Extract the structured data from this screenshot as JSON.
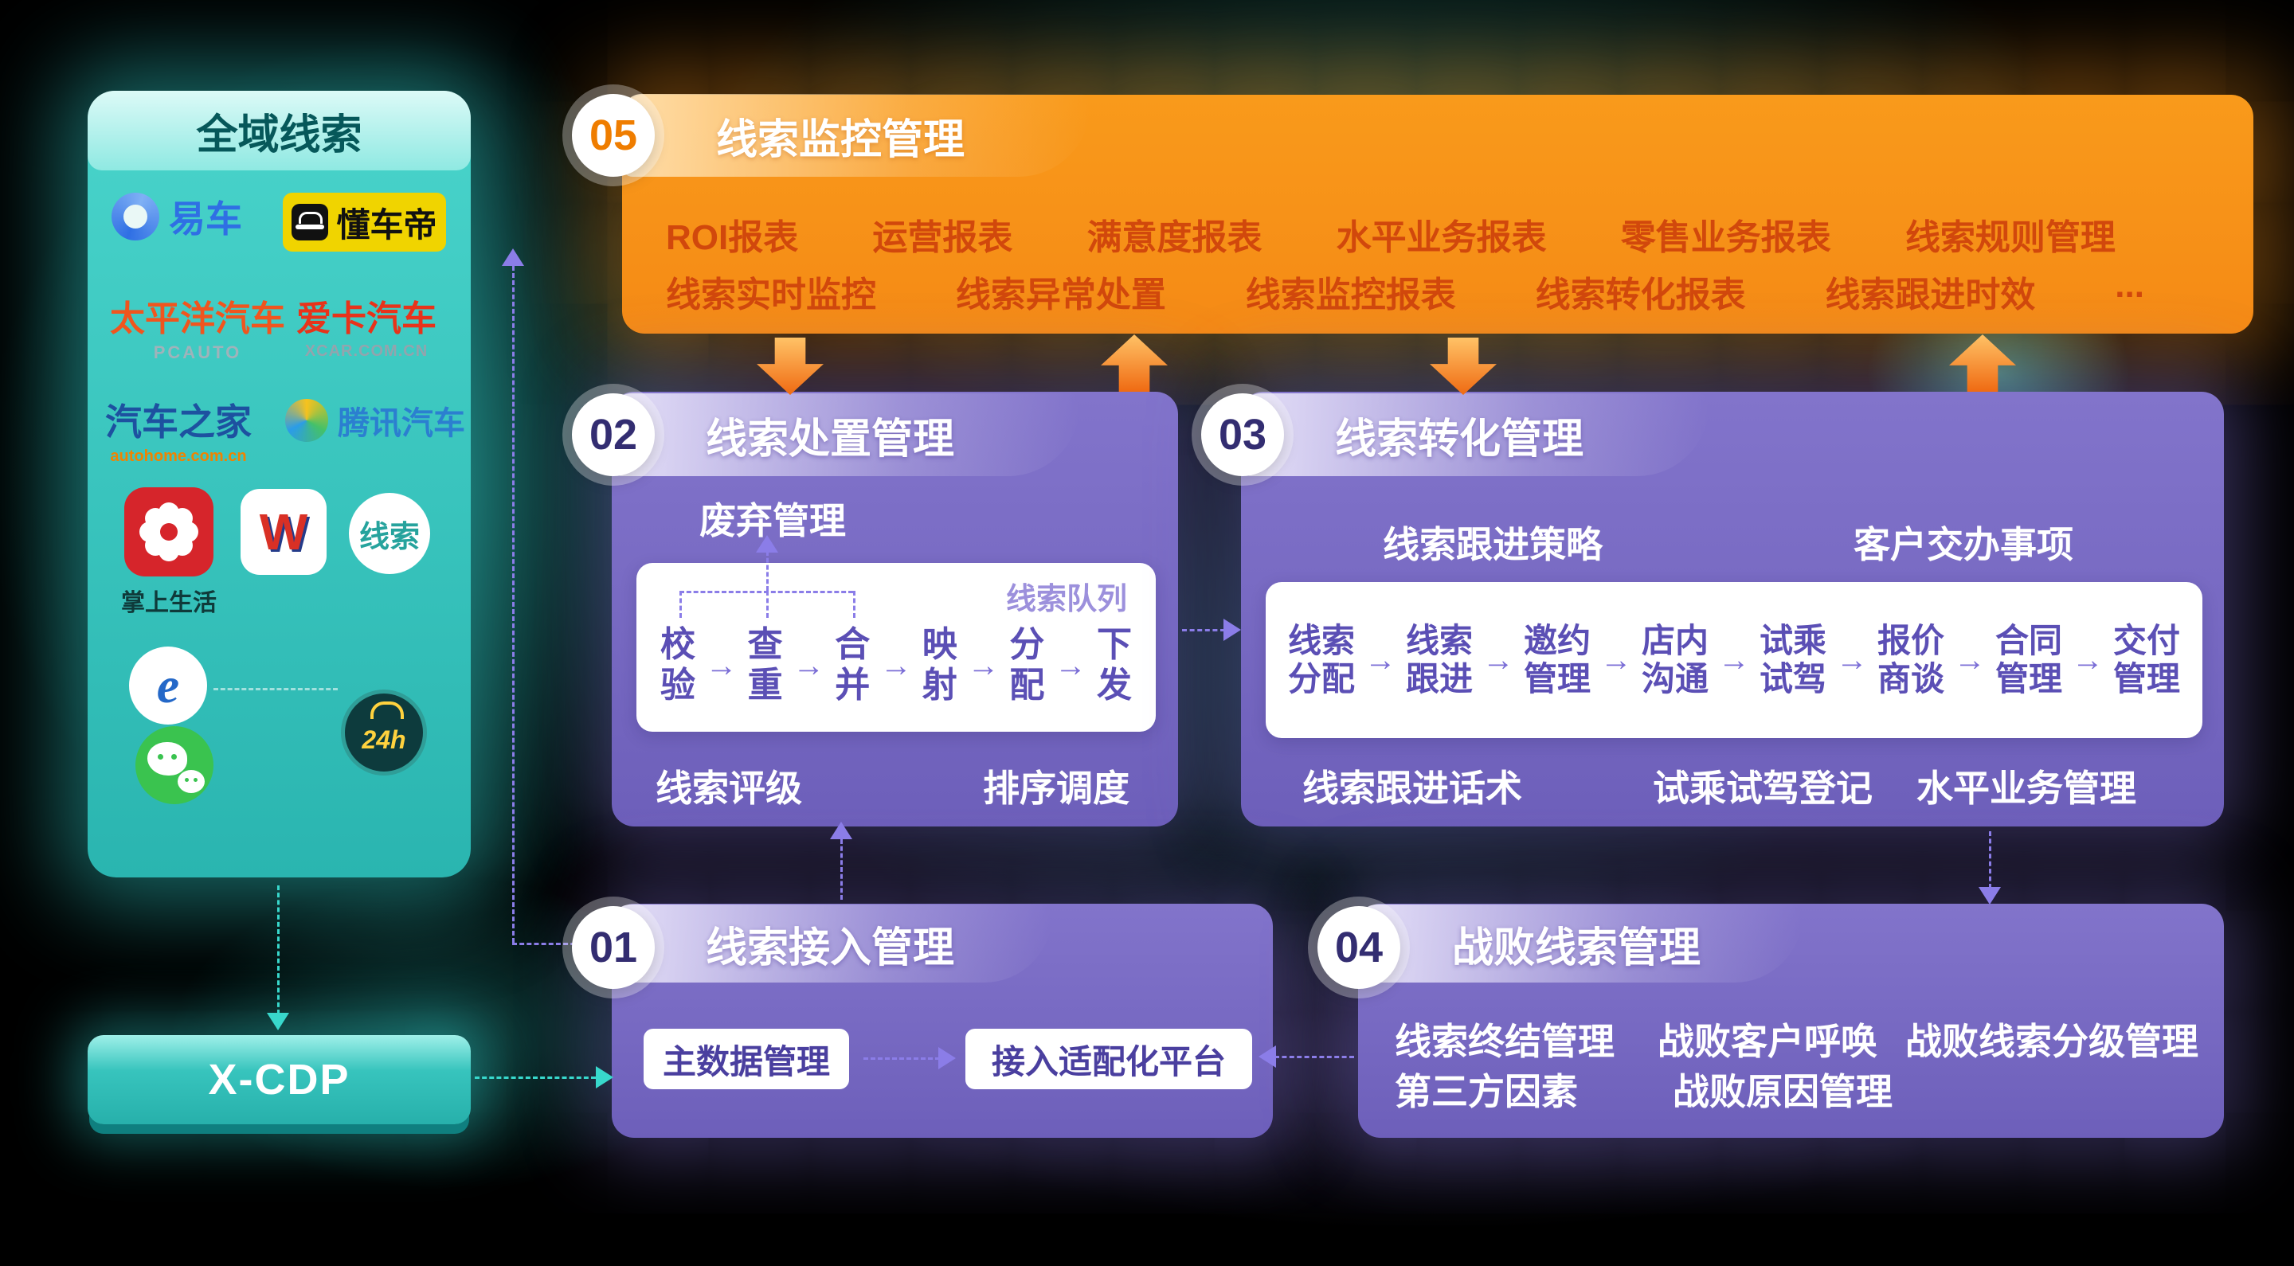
{
  "left_panel": {
    "title": "全域线索",
    "logos": {
      "yiche": "易车",
      "dongchedi": "懂车帝",
      "pcauto": "太平洋汽车",
      "pcauto_sub": "PCAUTO",
      "xcar": "爱卡汽车",
      "xcar_sub": "XCAR.COM.CN",
      "autohome": "汽车之家",
      "autohome_sub": "autohome.com.cn",
      "tencent": "腾讯汽车",
      "zhangshang": "掌上生活",
      "w": "W",
      "xiansuo": "线索",
      "ie": "e",
      "h24": "24h"
    },
    "xcdp": "X-CDP"
  },
  "m05": {
    "num": "05",
    "title": "线索监控管理",
    "row1": [
      "ROI报表",
      "运营报表",
      "满意度报表",
      "水平业务报表",
      "零售业务报表",
      "线索规则管理"
    ],
    "row2": [
      "线索实时监控",
      "线索异常处置",
      "线索监控报表",
      "线索转化报表",
      "线索跟进时效",
      "..."
    ]
  },
  "m02": {
    "num": "02",
    "title": "线索处置管理",
    "discard": "废弃管理",
    "queue": "线索队列",
    "flow": [
      "校验",
      "查重",
      "合并",
      "映射",
      "分配",
      "下发"
    ],
    "bottom": [
      "线索评级",
      "排序调度"
    ]
  },
  "m03": {
    "num": "03",
    "title": "线索转化管理",
    "top": [
      "线索跟进策略",
      "客户交办事项"
    ],
    "flow": [
      "线索分配",
      "线索跟进",
      "邀约管理",
      "店内沟通",
      "试乘试驾",
      "报价商谈",
      "合同管理",
      "交付管理"
    ],
    "bottom": [
      "线索跟进话术",
      "试乘试驾登记",
      "水平业务管理"
    ]
  },
  "m01": {
    "num": "01",
    "title": "线索接入管理",
    "box1": "主数据管理",
    "box2": "接入适配化平台"
  },
  "m04": {
    "num": "04",
    "title": "战败线索管理",
    "row1": [
      "线索终结管理",
      "战败客户呼唤",
      "战败线索分级管理"
    ],
    "row2": [
      "第三方因素",
      "战败原因管理"
    ]
  },
  "colors": {
    "teal": "#2fbdb8",
    "purple": "#7668c2",
    "orange": "#f7941e",
    "orange_text": "#d1480c",
    "purple_text": "#5b4fb5"
  }
}
